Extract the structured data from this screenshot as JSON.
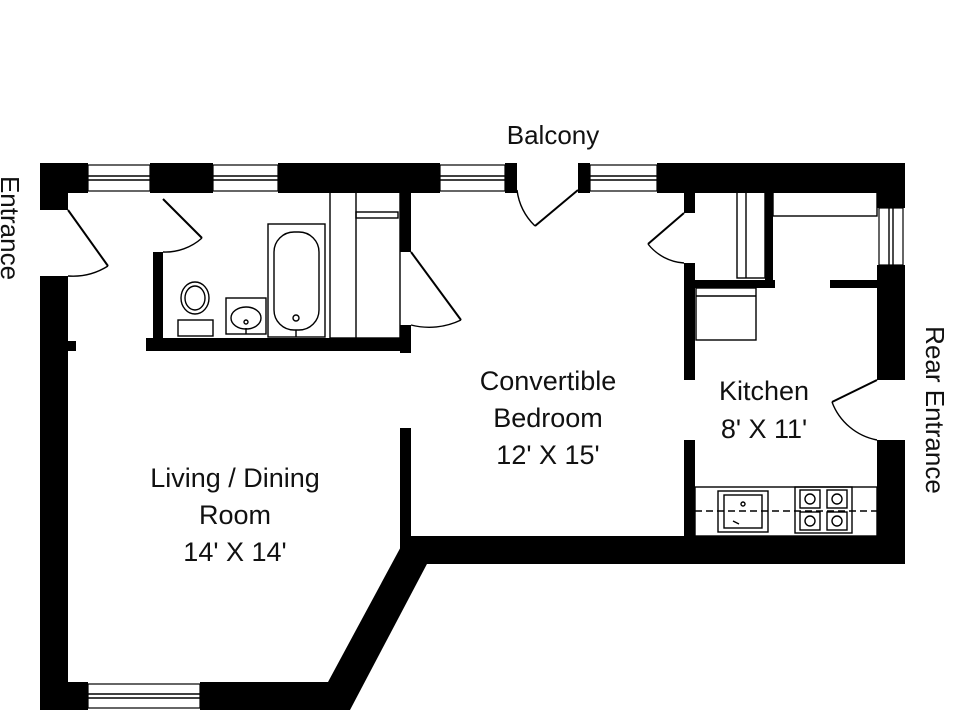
{
  "labels": {
    "balcony": "Balcony",
    "entrance": "Entrance",
    "rear_entrance": "Rear Entrance"
  },
  "rooms": {
    "bedroom": {
      "name_line1": "Convertible",
      "name_line2": "Bedroom",
      "size": "12' X 15'"
    },
    "kitchen": {
      "name": "Kitchen",
      "size": "8' X 11'"
    },
    "living": {
      "name_line1": "Living / Dining",
      "name_line2": "Room",
      "size": "14' X 14'"
    }
  },
  "colors": {
    "wall": "#000000",
    "background": "#ffffff"
  }
}
